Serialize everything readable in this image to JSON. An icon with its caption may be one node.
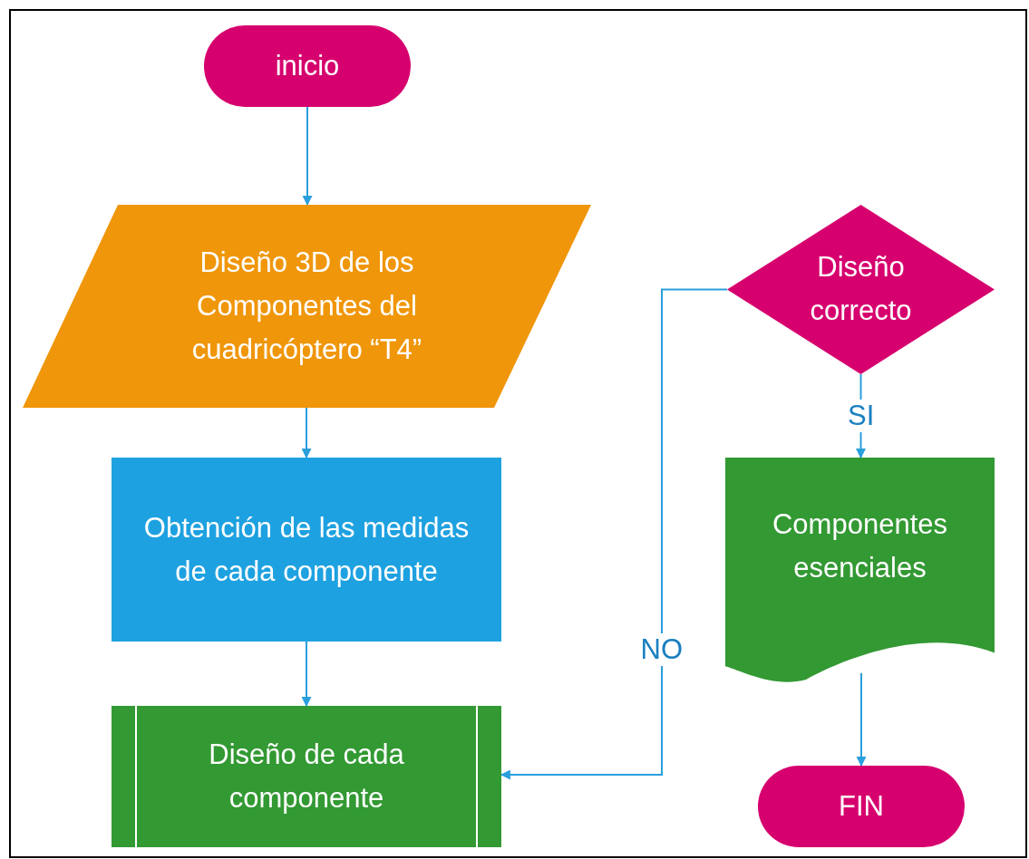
{
  "diagram": {
    "nodes": [
      {
        "text": [
          "inicio"
        ]
      },
      {
        "text": [
          "Diseño 3D de los Componentes del cuadricóptero “T4”"
        ]
      },
      {
        "text": [
          "Obtención de las medidas de cada componente"
        ]
      },
      {
        "text": [
          "Diseño de cada componente"
        ]
      },
      {
        "text": [
          "Diseño correcto"
        ]
      },
      {
        "text": [
          "Componentes esenciales"
        ]
      },
      {
        "text": [
          "FIN"
        ]
      }
    ],
    "edges": [
      {
        "from": 0,
        "to": 1,
        "arrow": "to"
      },
      {
        "from": 1,
        "to": 2,
        "arrow": "to"
      },
      {
        "from": 2,
        "to": 3,
        "arrow": "to"
      },
      {
        "from": 4,
        "to": 3,
        "arrow": "to",
        "label": "NO"
      },
      {
        "from": 4,
        "to": 5,
        "arrow": "to",
        "label": "SI"
      },
      {
        "from": 5,
        "to": 6,
        "arrow": "to"
      }
    ]
  }
}
